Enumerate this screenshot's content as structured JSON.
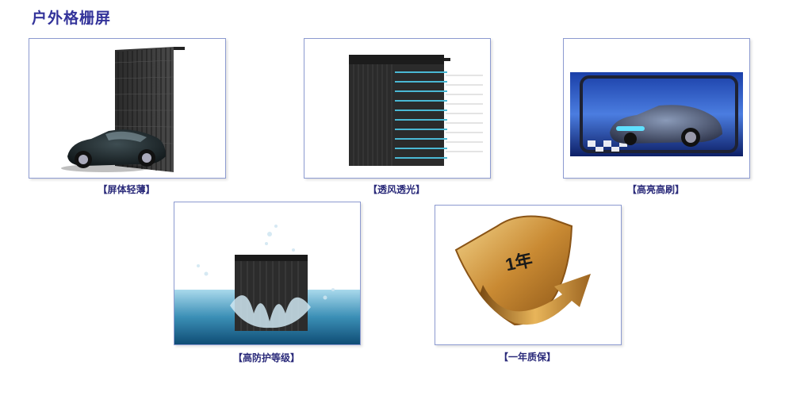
{
  "page": {
    "title": "户外格栅屏"
  },
  "features": [
    {
      "caption": "【屏体轻薄】",
      "icon": "thin-screen-with-car-image"
    },
    {
      "caption": "【透风透光】",
      "icon": "wind-through-grid-image"
    },
    {
      "caption": "【高亮高刷】",
      "icon": "phone-car-display-image"
    },
    {
      "caption": "【高防护等级】",
      "icon": "water-splash-screen-image"
    },
    {
      "caption": "【一年质保】",
      "icon": "warranty-shield-image",
      "badge_text": "1年"
    }
  ],
  "colors": {
    "title": "#33339a",
    "caption": "#2a2a7a",
    "border": "#8c9ad0"
  }
}
